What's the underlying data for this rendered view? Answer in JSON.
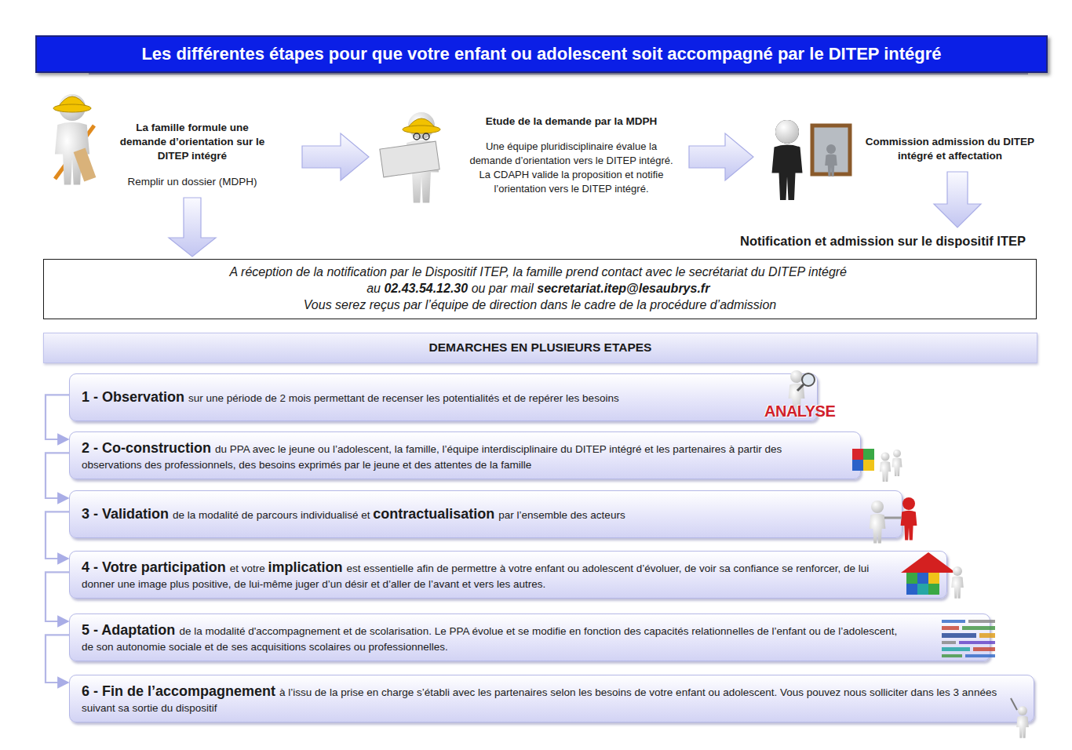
{
  "diagram": {
    "title": "Les différentes étapes pour que votre enfant ou adolescent soit accompagné par le DITEP intégré",
    "nodes": [
      {
        "text": [
          "La famille formule une demande d’orientation sur le DITEP intégré",
          "Remplir un dossier (MDPH)"
        ]
      },
      {
        "text": [
          "Etude de la demande par la MDPH",
          "Une équipe pluridisciplinaire évalue la demande d’orientation vers le DITEP intégré. La CDAPH valide la proposition et notifie l’orientation vers le DITEP intégré."
        ]
      },
      {
        "text": [
          "Commission admission du DITEP intégré et affectation"
        ]
      },
      {
        "text": [
          "Notification et admission sur le dispositif ITEP"
        ]
      },
      {
        "text": [
          "A réception de la notification par le Dispositif ITEP, la famille prend contact avec le secrétariat du DITEP intégré",
          "au",
          "02.43.54.12.30",
          "ou par mail",
          "secretariat.itep@lesaubrys.fr",
          "Vous serez reçus par l’équipe de direction dans le cadre de la procédure d’admission"
        ]
      },
      {
        "text": [
          "DEMARCHES EN PLUSIEURS ETAPES"
        ]
      },
      {
        "text": [
          "1 - Observation",
          "sur une période de 2 mois permettant de recenser les potentialités et de repérer les besoins"
        ]
      },
      {
        "text": [
          "2 - Co-construction",
          "du PPA avec le jeune ou l’adolescent, la famille, l’équipe interdisciplinaire du DITEP intégré et les partenaires à partir des observations des professionnels, des besoins exprimés par le jeune et des attentes de la famille"
        ]
      },
      {
        "text": [
          "3 - Validation",
          "de la modalité de parcours individualisé et",
          "contractualisation",
          "par l’ensemble des acteurs"
        ]
      },
      {
        "text": [
          "4 - Votre participation",
          "et votre",
          "implication",
          "est essentielle afin de permettre à votre enfant ou adolescent d’évoluer, de voir sa confiance se renforcer, de lui donner une image plus positive, de lui-même juger d’un désir et d’aller de l’avant et vers les autres."
        ]
      },
      {
        "text": [
          "5 - Adaptation",
          "de la modalité d'accompagnement et de scolarisation. Le PPA évolue et se modifie en fonction des capacités relationnelles de l’enfant ou de l’adolescent, de son autonomie sociale et de ses acquisitions scolaires ou professionnelles."
        ]
      },
      {
        "text": [
          "6 - Fin de l’accompagnement",
          "à l’issu de la prise en charge s’établi avec les partenaires selon les besoins de votre enfant ou adolescent. Vous pouvez nous solliciter dans les 3 années suivant sa sortie du dispositif"
        ]
      }
    ],
    "edges": [
      {
        "from": 0,
        "to": 1,
        "arrow": "to"
      },
      {
        "from": 1,
        "to": 2,
        "arrow": "to"
      },
      {
        "from": 2,
        "to": 3,
        "arrow": "to"
      },
      {
        "from": 0,
        "to": 4,
        "arrow": "to"
      },
      {
        "from": 6,
        "to": 7,
        "arrow": "to"
      },
      {
        "from": 7,
        "to": 8,
        "arrow": "to"
      },
      {
        "from": 8,
        "to": 9,
        "arrow": "to"
      },
      {
        "from": 9,
        "to": 10,
        "arrow": "to"
      },
      {
        "from": 10,
        "to": 11,
        "arrow": "to"
      }
    ],
    "labels": [
      "ANALYSE"
    ]
  }
}
